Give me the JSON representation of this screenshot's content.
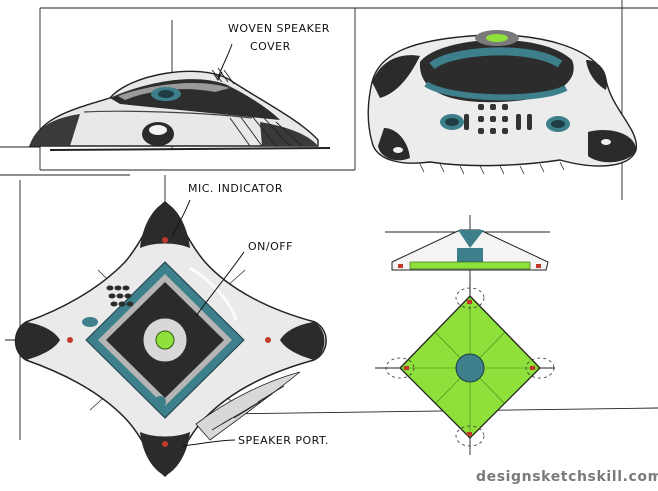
{
  "annotations": {
    "woven_speaker_cover_line1": "WOVEN SPEAKER",
    "woven_speaker_cover_line2": "COVER",
    "mic_indicator": "MIC. INDICATOR",
    "on_off": "ON/OFF",
    "speaker_port": "SPEAKER PORT."
  },
  "footer": {
    "watermark": "designsketchskill.com"
  },
  "colors": {
    "accent_teal": "#3d7f8a",
    "accent_green": "#8fe03a",
    "marker_dark": "#2b2b2b",
    "marker_gray": "#8c8c8c",
    "red_indicator": "#c0392b"
  }
}
